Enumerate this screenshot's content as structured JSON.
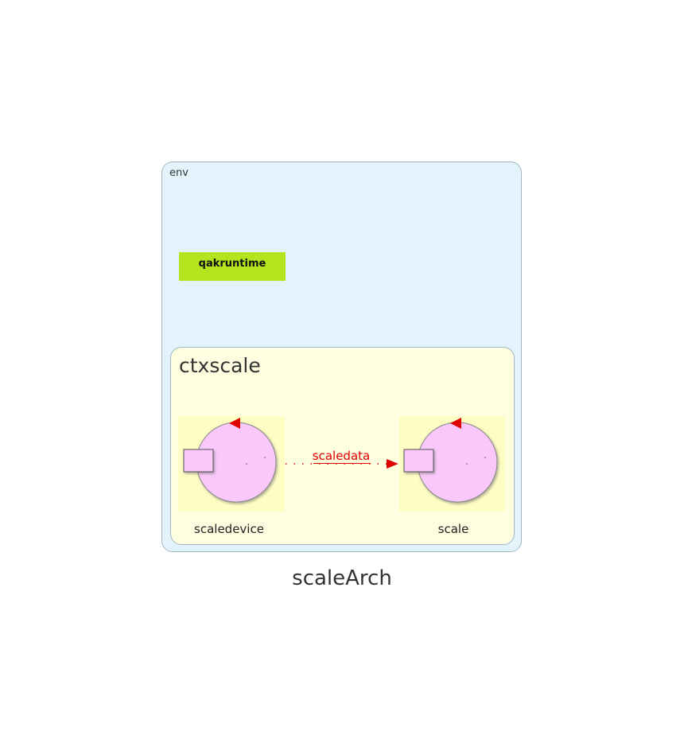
{
  "diagram": {
    "title": "scaleArch",
    "environment": {
      "label": "env",
      "runtime_label": "qakruntime"
    },
    "context": {
      "label": "ctxscale",
      "actors": [
        {
          "name": "scaledevice"
        },
        {
          "name": "scale"
        }
      ],
      "messages": [
        {
          "from": "scaledevice",
          "to": "scale",
          "label": "scaledata",
          "style": "dotted",
          "color": "#e00000"
        }
      ]
    }
  },
  "colors": {
    "env_fill": "#e2f3fb",
    "context_fill": "#fefee1",
    "runtime_fill": "#b3e41e",
    "actor_fill": "#fbc8fb",
    "actor_backdrop": "#fefec4",
    "message_color": "#e00000"
  }
}
